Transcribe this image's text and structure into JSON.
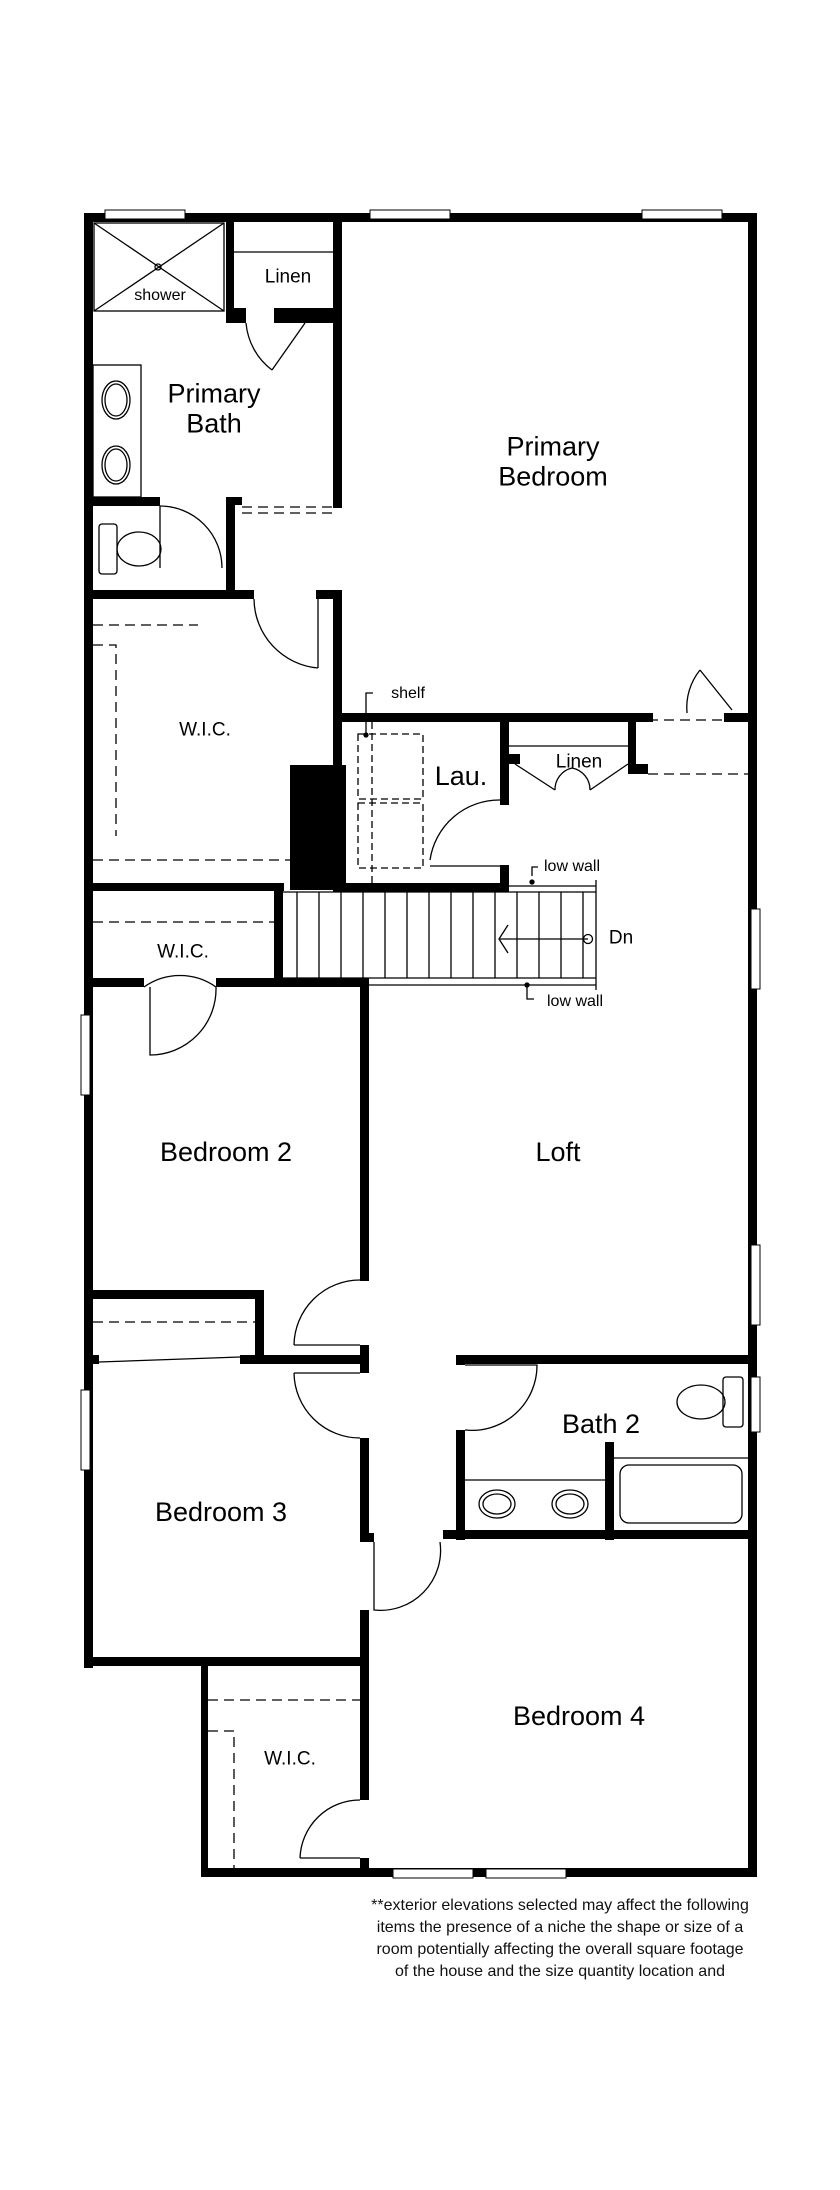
{
  "floorplan": {
    "rooms": {
      "primary_bath": "Primary\nBath",
      "primary_bath_line1": "Primary",
      "primary_bath_line2": "Bath",
      "primary_bedroom_line1": "Primary",
      "primary_bedroom_line2": "Bedroom",
      "shower": "shower",
      "linen_primary": "Linen",
      "wic_primary": "W.I.C.",
      "laundry": "Lau.",
      "linen_hall": "Linen",
      "wic_bedroom2": "W.I.C.",
      "bedroom2": "Bedroom 2",
      "loft": "Loft",
      "bath2": "Bath 2",
      "bedroom3": "Bedroom 3",
      "bedroom4": "Bedroom 4",
      "wic_bedroom4": "W.I.C."
    },
    "annotations": {
      "shelf": "shelf",
      "low_wall_top": "low wall",
      "low_wall_bottom": "low wall",
      "stairs_down": "Dn"
    },
    "icons": [
      "shower-icon",
      "sink-icon",
      "toilet-icon",
      "bathtub-icon",
      "door-swing-icon",
      "window-icon",
      "stairs-icon",
      "washer-dryer-icon"
    ],
    "colors": {
      "wall": "#000000",
      "background": "#ffffff"
    }
  },
  "disclaimer": {
    "lines": [
      "**exterior elevations selected may affect the following",
      "items the presence of a niche the shape or size of a",
      "room potentially affecting the overall square footage",
      "of the house and the size quantity location and"
    ]
  }
}
